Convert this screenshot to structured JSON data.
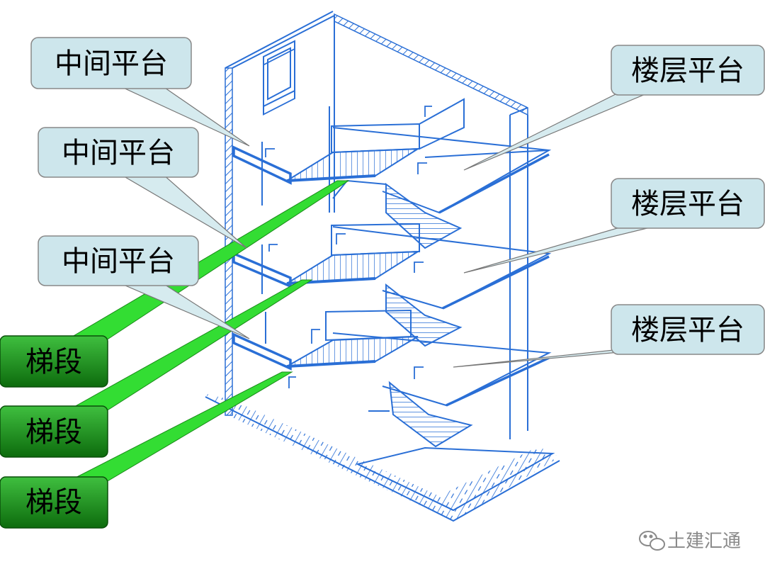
{
  "callouts": {
    "mid_top": "中间平台",
    "mid_middle": "中间平台",
    "mid_bottom": "中间平台",
    "floor_top": "楼层平台",
    "floor_middle": "楼层平台",
    "floor_bottom": "楼层平台"
  },
  "flights": {
    "top": "梯段",
    "middle": "梯段",
    "bottom": "梯段"
  },
  "watermark": "土建汇通",
  "colors": {
    "structure_line": "#2a6fd6",
    "callout_fill": "#cde6ec",
    "flight_fill": "#1f8f1f",
    "flight_leader": "#33dd33"
  }
}
